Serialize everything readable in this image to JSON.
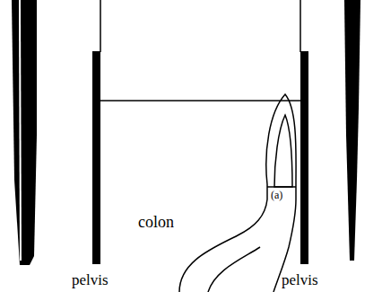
{
  "diagram": {
    "labels": [
      "colon",
      "(a)",
      "pelvis",
      "pelvis"
    ]
  }
}
